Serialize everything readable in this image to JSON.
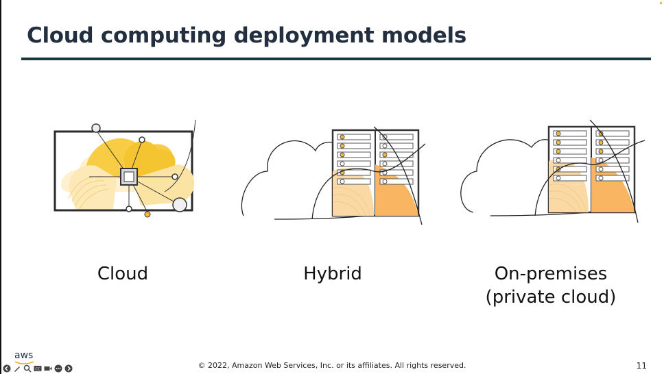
{
  "slide": {
    "title": "Cloud computing deployment models",
    "models": [
      {
        "label": "Cloud",
        "icon": "cloud-chip-illustration"
      },
      {
        "label": "Hybrid",
        "icon": "hybrid-cloud-server-illustration"
      },
      {
        "label_line1": "On-premises",
        "label_line2": "(private cloud)",
        "icon": "on-premises-server-illustration"
      }
    ],
    "footer": "© 2022, Amazon Web Services, Inc. or its affiliates. All rights reserved.",
    "page_number": "11",
    "logo": "aws"
  },
  "controls": [
    "previous-icon",
    "pen-icon",
    "zoom-icon",
    "captions-icon",
    "video-icon",
    "more-icon",
    "next-icon"
  ],
  "colors": {
    "title": "#232f3e",
    "rule": "#16393f",
    "accent": "#f5b942",
    "accent_light": "#fde8b8"
  }
}
